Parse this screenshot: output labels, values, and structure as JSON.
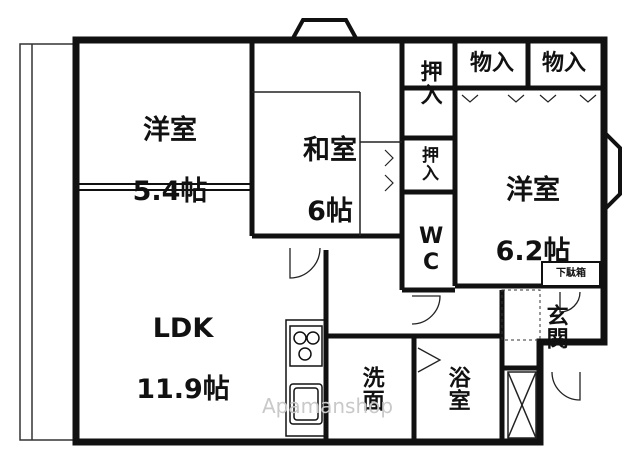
{
  "rooms": {
    "western_room_1": {
      "name": "洋室",
      "size": "5.4帖"
    },
    "japanese_room": {
      "name": "和室",
      "size": "6帖"
    },
    "western_room_2": {
      "name": "洋室",
      "size": "6.2帖"
    },
    "ldk": {
      "name": "LDK",
      "size": "11.9帖"
    }
  },
  "storage": {
    "oshiire_1": "押入",
    "oshiire_2": "押入",
    "monoire_1": "物入",
    "monoire_2": "物入",
    "shoe_box": "下駄箱"
  },
  "utility": {
    "wc": "WC",
    "entrance": "玄関",
    "washroom": "洗面",
    "bathroom": "浴室"
  },
  "watermark": "Apamanshop"
}
